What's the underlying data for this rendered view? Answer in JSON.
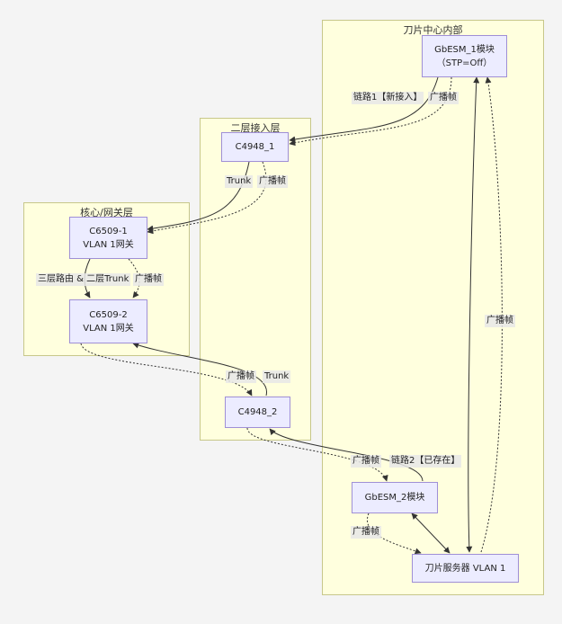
{
  "clusters": {
    "blade": {
      "title": "刀片中心内部"
    },
    "access": {
      "title": "二层接入层"
    },
    "core": {
      "title": "核心/网关层"
    }
  },
  "nodes": {
    "gbesm1": {
      "line1": "GbESM_1模块",
      "line2": "（STP=Off）"
    },
    "c4948_1": {
      "line1": "C4948_1"
    },
    "c6509_1": {
      "line1": "C6509-1",
      "line2": "VLAN 1网关"
    },
    "c6509_2": {
      "line1": "C6509-2",
      "line2": "VLAN 1网关"
    },
    "c4948_2": {
      "line1": "C4948_2"
    },
    "gbesm2": {
      "line1": "GbESM_2模块"
    },
    "server": {
      "line1": "刀片服务器 VLAN 1"
    }
  },
  "edges": {
    "gbesm1_c4948_1_link": "链路1【新接入】",
    "gbesm1_c4948_1_bcast": "广播帧",
    "c4948_1_c6509_1_trunk": "Trunk",
    "c4948_1_c6509_1_bcast": "广播帧",
    "c6509_1_c6509_2_route": "三层路由 & 二层Trunk",
    "c6509_1_c6509_2_bcast": "广播帧",
    "c6509_2_c4948_2_bcast": "广播帧",
    "c6509_2_c4948_2_trunk": "Trunk",
    "c4948_2_gbesm2_bcast": "广播帧",
    "c4948_2_gbesm2_link": "链路2【已存在】",
    "gbesm2_server_bcast": "广播帧",
    "server_gbesm1_bcast": "广播帧"
  }
}
